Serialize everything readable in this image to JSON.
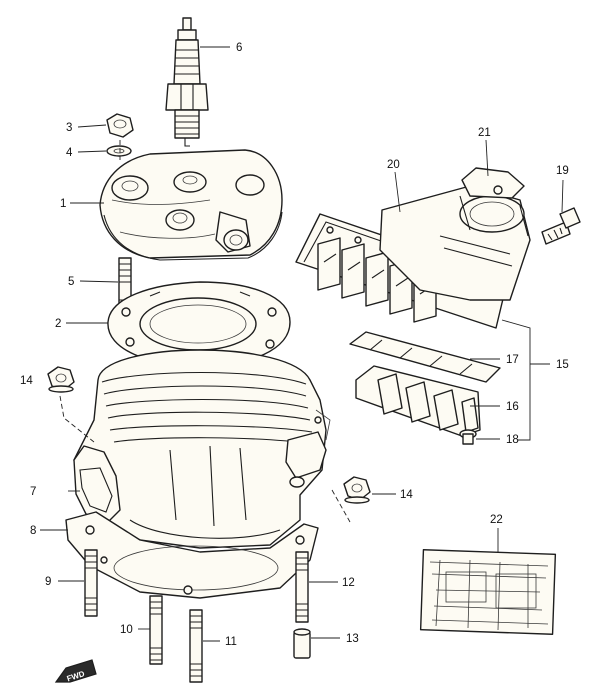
{
  "callouts": {
    "p1": "1",
    "p2": "2",
    "p3": "3",
    "p4": "4",
    "p5": "5",
    "p6": "6",
    "p7": "7",
    "p8": "8",
    "p9": "9",
    "p10": "10",
    "p11": "11",
    "p12": "12",
    "p13": "13",
    "p14a": "14",
    "p14b": "14",
    "p15": "15",
    "p16": "16",
    "p17": "17",
    "p18": "18",
    "p19": "19",
    "p20": "20",
    "p21": "21",
    "p22": "22"
  },
  "fwd_label": "FWD",
  "colors": {
    "line": "#1e1e1e",
    "paper": "#fdfbf3",
    "background": "#ffffff"
  }
}
